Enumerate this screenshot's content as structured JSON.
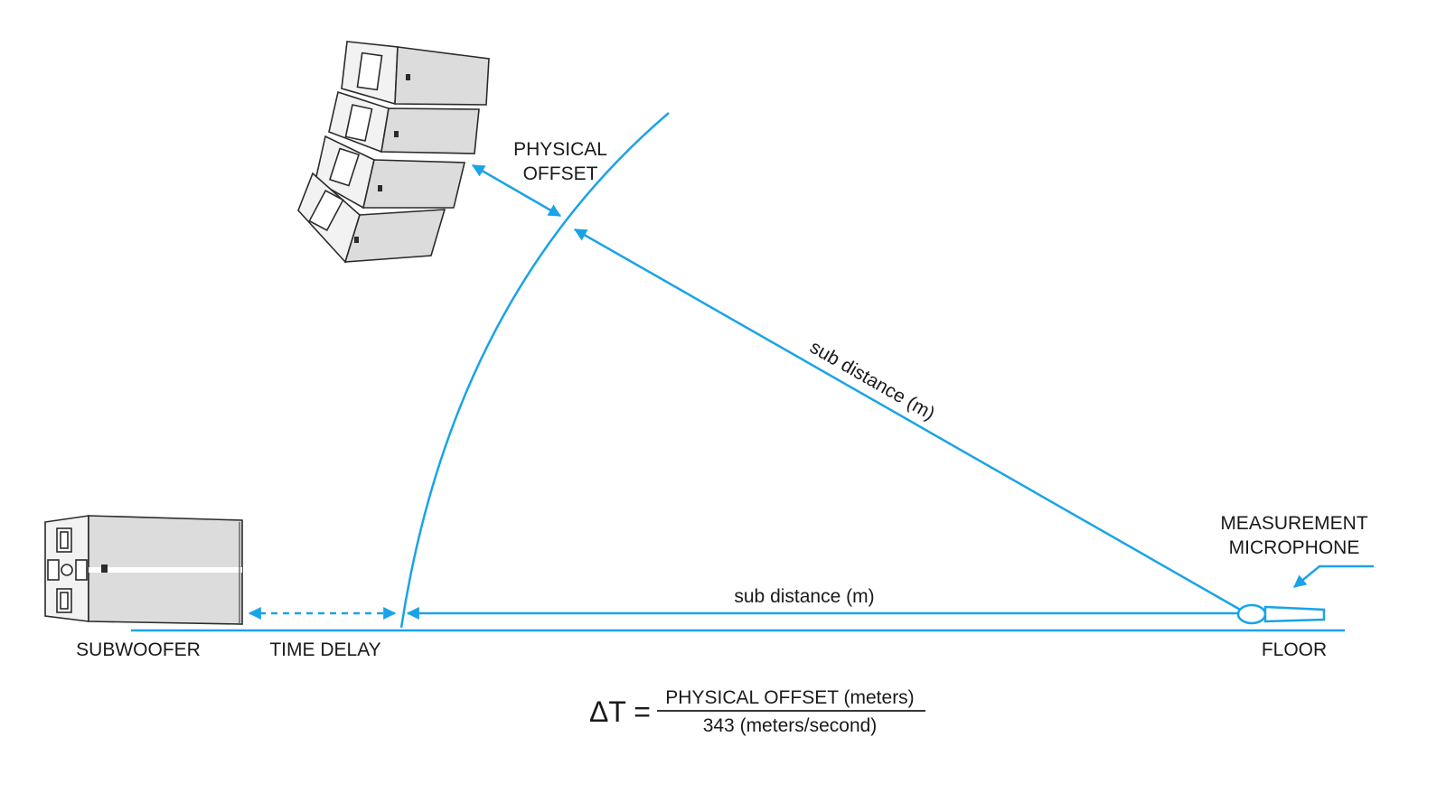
{
  "labels": {
    "physical_offset_line1": "PHYSICAL",
    "physical_offset_line2": "OFFSET",
    "sub_distance_diagonal": "sub distance (m)",
    "sub_distance_horizontal": "sub distance (m)",
    "measurement_line1": "MEASUREMENT",
    "measurement_line2": "MICROPHONE",
    "subwoofer": "SUBWOOFER",
    "time_delay": "TIME DELAY",
    "floor": "FLOOR"
  },
  "formula": {
    "lhs": "ΔT =",
    "numerator": "PHYSICAL OFFSET (meters)",
    "denominator": "343 (meters/second)"
  },
  "colors": {
    "accent": "#1aa3e8",
    "ink": "#1a1a1a"
  }
}
